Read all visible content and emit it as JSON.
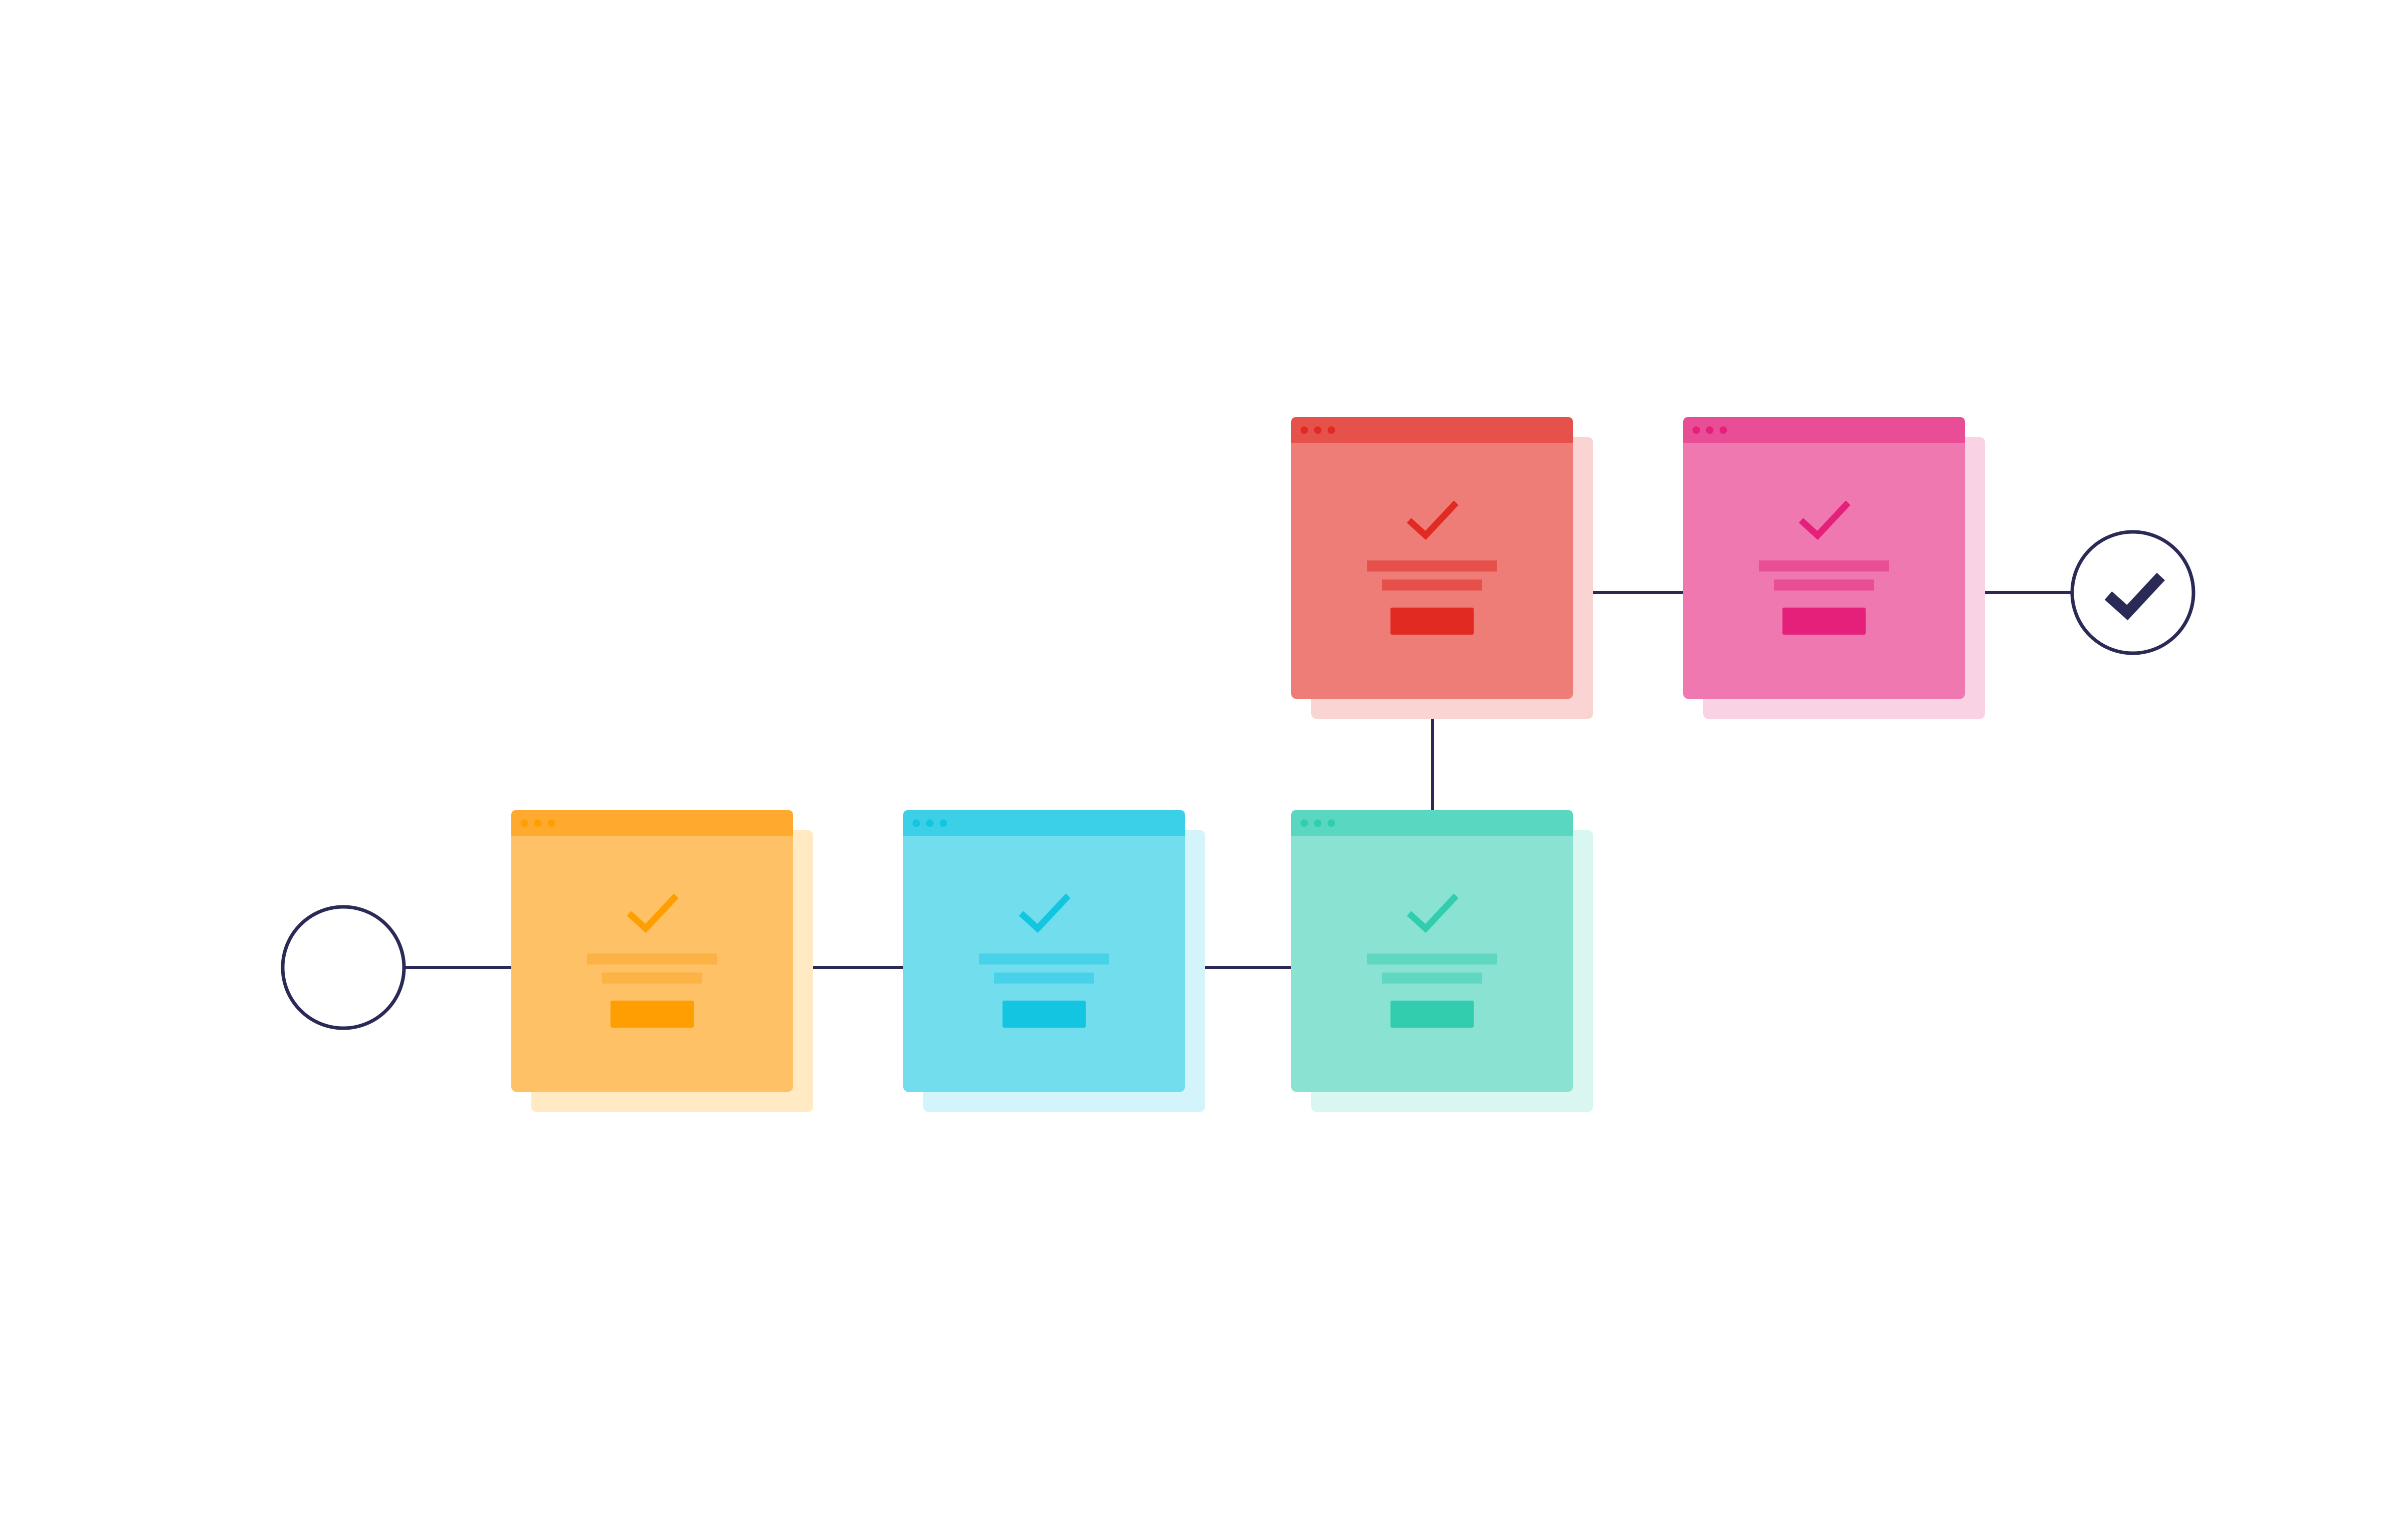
{
  "diagram": {
    "line_color": "#2b2a56",
    "start_node": {
      "icon": "empty-circle",
      "state": "start"
    },
    "end_node": {
      "icon": "check-icon",
      "state": "complete"
    },
    "steps": [
      {
        "id": "step-1",
        "color_name": "orange",
        "title_bar": "#ffa92f",
        "body": "#fec165",
        "shadow": "#ffeac4",
        "accent": "#ff9e00",
        "bar_light": "#fdb245",
        "check_color": "#ff9e00",
        "status": "checked",
        "icon": "check-icon"
      },
      {
        "id": "step-2",
        "color_name": "cyan",
        "title_bar": "#3ccfe8",
        "body": "#72dded",
        "shadow": "#d2f4fa",
        "accent": "#13c5e1",
        "bar_light": "#48d2e9",
        "check_color": "#13c5e1",
        "status": "checked",
        "icon": "check-icon"
      },
      {
        "id": "step-3",
        "color_name": "teal",
        "title_bar": "#5ad7c0",
        "body": "#8ae3d2",
        "shadow": "#d9f6f0",
        "accent": "#32cdaf",
        "bar_light": "#5fd7c1",
        "check_color": "#32cdaf",
        "status": "checked",
        "icon": "check-icon"
      },
      {
        "id": "step-4",
        "color_name": "red",
        "title_bar": "#e6524b",
        "body": "#ef7d77",
        "shadow": "#f9d4d2",
        "accent": "#e12a22",
        "bar_light": "#e5514a",
        "check_color": "#e12a22",
        "status": "checked",
        "icon": "check-icon"
      },
      {
        "id": "step-5",
        "color_name": "pink",
        "title_bar": "#e94d95",
        "body": "#f078b0",
        "shadow": "#f9d2e4",
        "accent": "#e4207a",
        "bar_light": "#e94d95",
        "check_color": "#e4207a",
        "status": "checked",
        "icon": "check-icon"
      }
    ]
  }
}
